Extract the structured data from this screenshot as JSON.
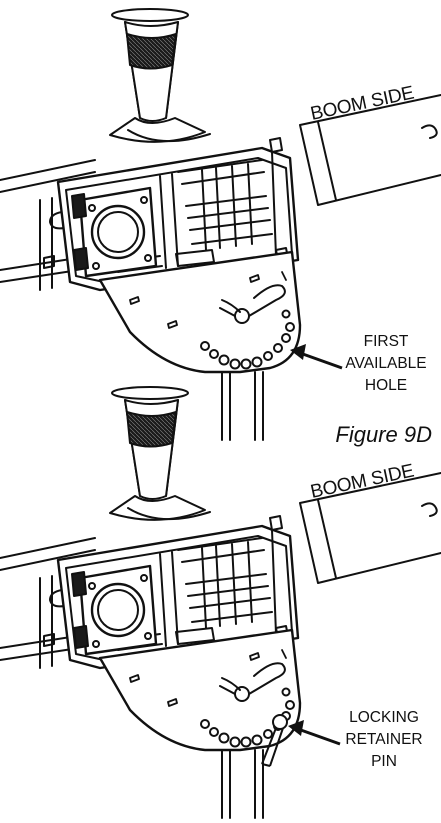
{
  "figure_caption": "Figure 9D",
  "panels": [
    {
      "boom_label": "BOOM SIDE",
      "callout_lines": [
        "FIRST",
        "AVAILABLE",
        "HOLE"
      ]
    },
    {
      "boom_label": "BOOM SIDE",
      "callout_lines": [
        "LOCKING",
        "RETAINER",
        "PIN"
      ]
    }
  ],
  "colors": {
    "ink": "#111111",
    "paper": "#ffffff"
  }
}
